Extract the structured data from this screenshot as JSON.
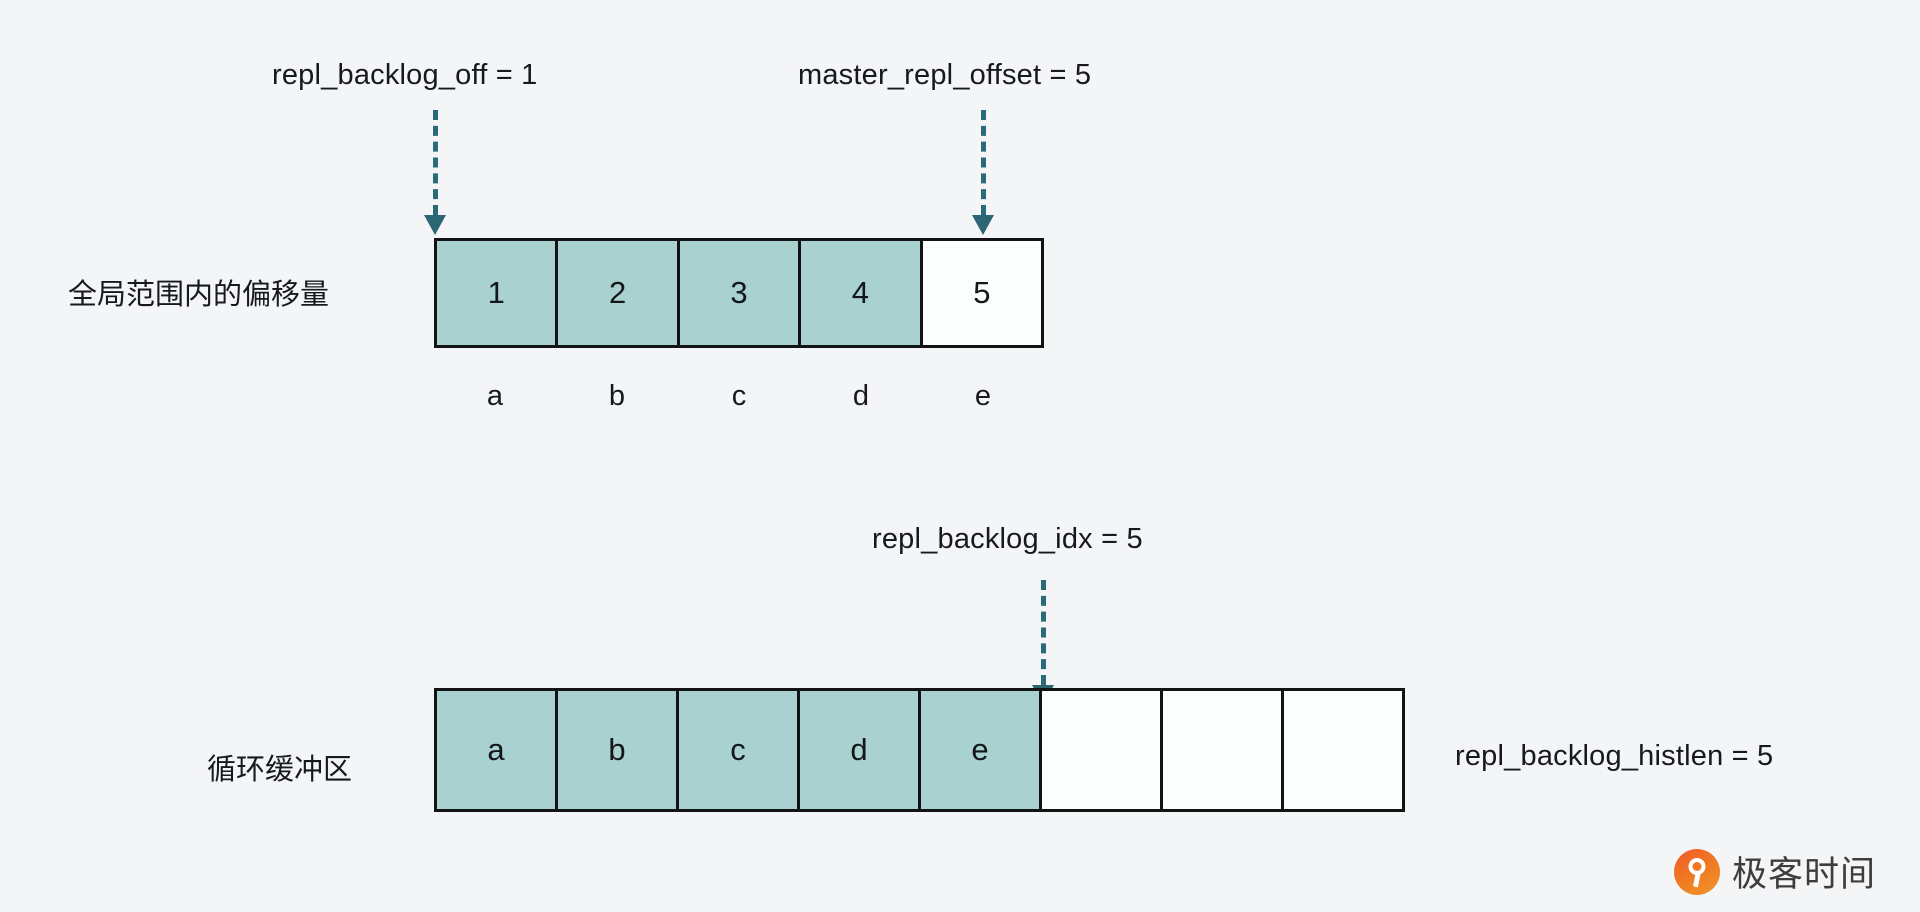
{
  "diagram": {
    "background_color": "#f4f5f7",
    "fill_color": "#a9d1d0",
    "empty_color": "#fbfefd",
    "border_color": "#111315",
    "arrow_color": "#2d6673",
    "top": {
      "row_label": "全局范围内的偏移量",
      "pointers": [
        {
          "text": "repl_backlog_off = 1"
        },
        {
          "text": "master_repl_offset = 5"
        }
      ],
      "cells": [
        {
          "value": "1",
          "filled": true
        },
        {
          "value": "2",
          "filled": true
        },
        {
          "value": "3",
          "filled": true
        },
        {
          "value": "4",
          "filled": true
        },
        {
          "value": "5",
          "filled": false
        }
      ],
      "captions": [
        "a",
        "b",
        "c",
        "d",
        "e"
      ]
    },
    "bottom": {
      "row_label": "循环缓冲区",
      "pointers": [
        {
          "text": "repl_backlog_idx = 5"
        }
      ],
      "side_label": "repl_backlog_histlen = 5",
      "cells": [
        {
          "value": "a",
          "filled": true
        },
        {
          "value": "b",
          "filled": true
        },
        {
          "value": "c",
          "filled": true
        },
        {
          "value": "d",
          "filled": true
        },
        {
          "value": "e",
          "filled": true
        },
        {
          "value": "",
          "filled": false
        },
        {
          "value": "",
          "filled": false
        },
        {
          "value": "",
          "filled": false
        }
      ]
    }
  },
  "watermark": {
    "text": "极客时间",
    "icon": "geekbang-logo-icon"
  }
}
